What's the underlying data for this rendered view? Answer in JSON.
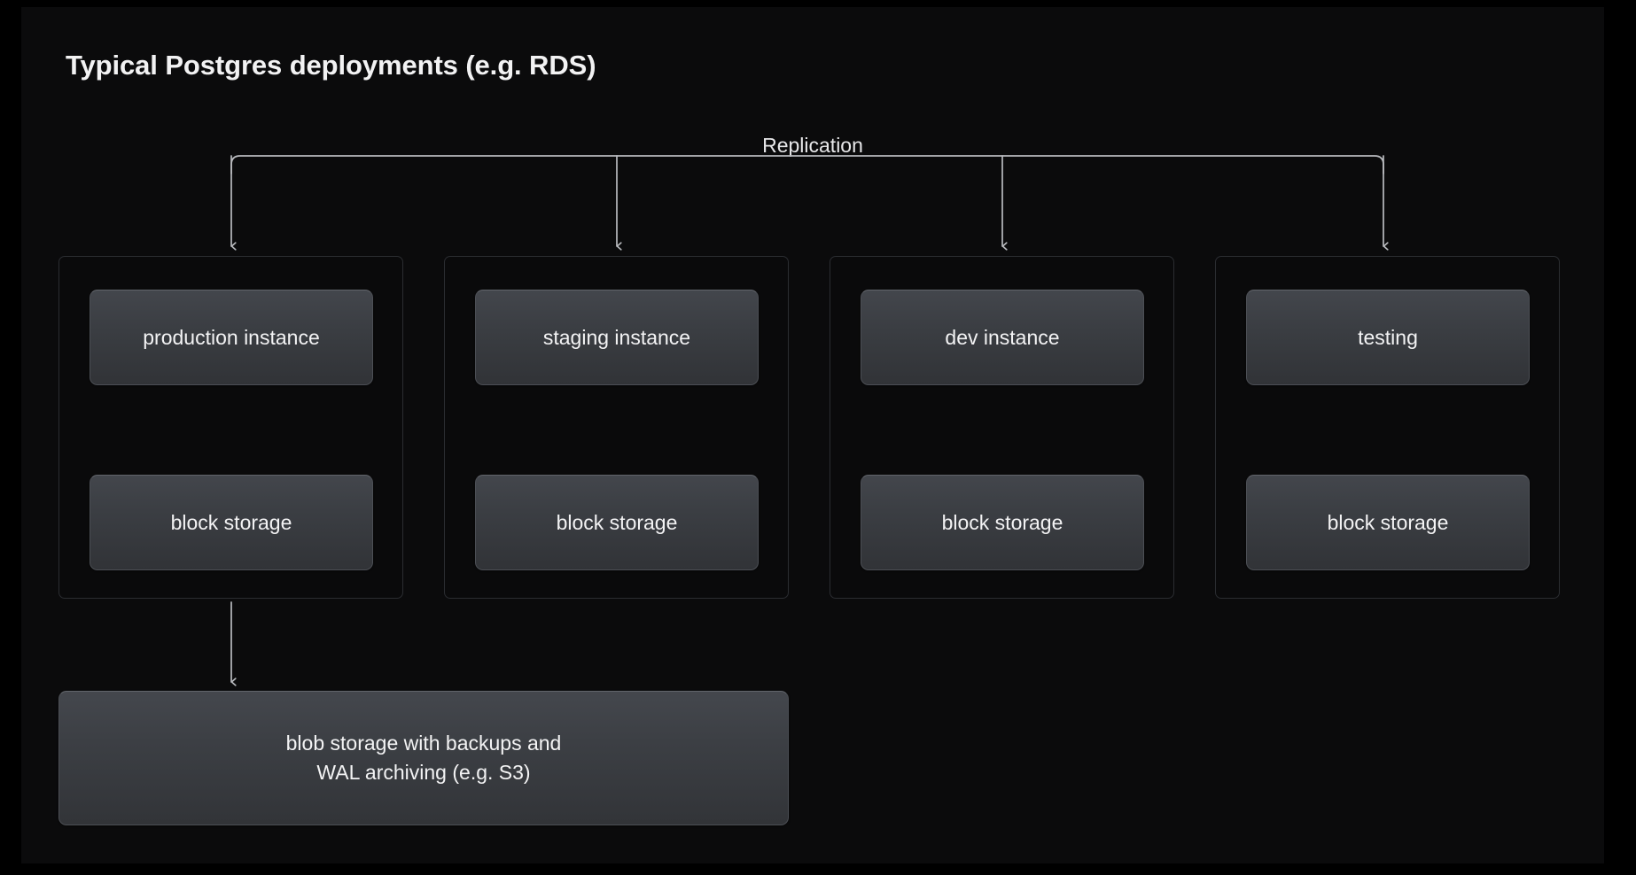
{
  "slide": {
    "title": "Typical Postgres deployments (e.g. RDS)",
    "background_color": "#0b0b0c",
    "outer_color": "#000000"
  },
  "replication": {
    "label": "Replication",
    "connector_color": "#b9bbbf"
  },
  "groups": [
    {
      "id": "production",
      "instance_label": "production instance",
      "storage_label": "block storage",
      "link_label": ""
    },
    {
      "id": "staging",
      "instance_label": "staging instance",
      "storage_label": "block storage",
      "link_label": ""
    },
    {
      "id": "dev",
      "instance_label": "dev instance",
      "storage_label": "block storage",
      "link_label": ""
    },
    {
      "id": "testing",
      "instance_label": "testing",
      "storage_label": "block storage",
      "link_label": ""
    }
  ],
  "blob_storage": {
    "line1": "blob storage with backups and",
    "line2": "WAL archiving (e.g. S3)"
  },
  "colors": {
    "node_top": "#43464c",
    "node_bottom": "#313337",
    "node_border": "#4c4f55",
    "group_border": "#2b2d31",
    "text": "#f3f3f4",
    "arrow": "#b9bbbf"
  }
}
